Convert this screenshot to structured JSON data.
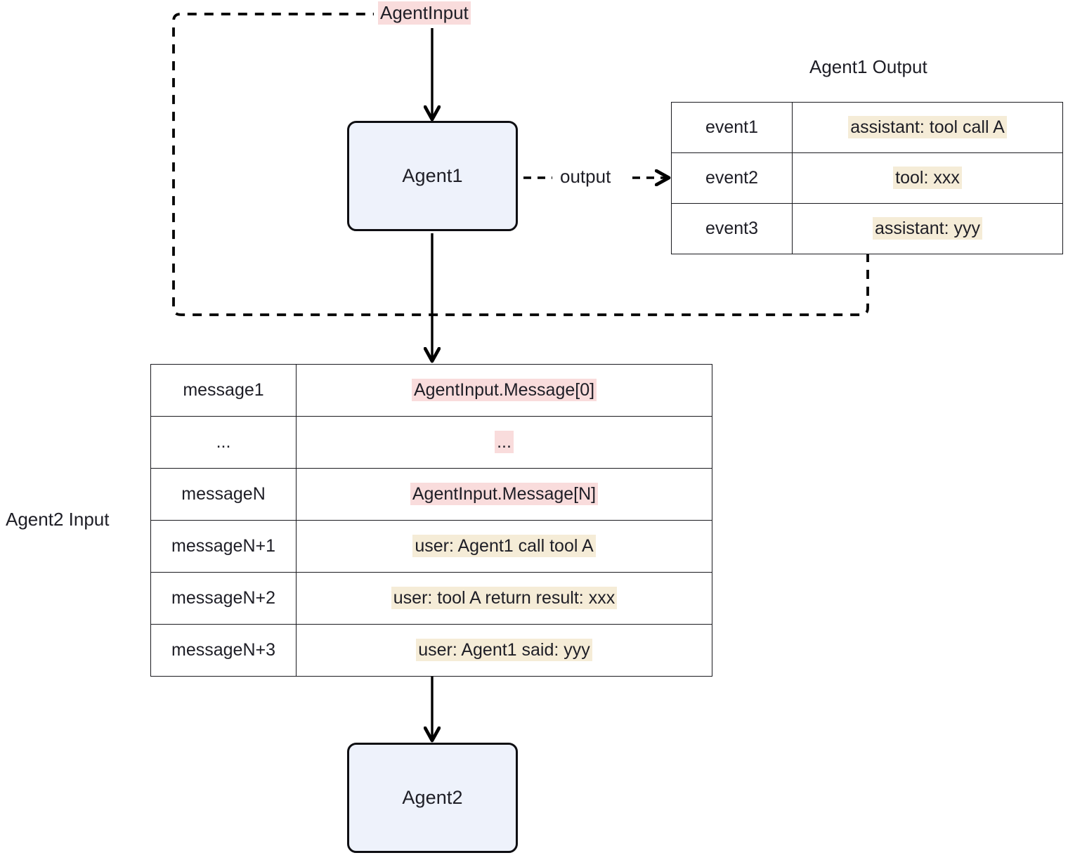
{
  "diagram": {
    "title_agent1_output": "Agent1 Output",
    "title_agent2_input": "Agent2 Input",
    "nodes": {
      "agent1": "Agent1",
      "agent2": "Agent2"
    },
    "labels": {
      "agent_input": "AgentInput",
      "output_edge": "output"
    },
    "colors": {
      "node_fill": "#eef2fb",
      "node_border": "#0e0e12",
      "highlight_beige": "#f5ecd7",
      "highlight_pink": "#f9dcdc",
      "edge": "#000000"
    },
    "agent1_output_rows": [
      {
        "key": "event1",
        "value": "assistant: tool call A"
      },
      {
        "key": "event2",
        "value": "tool: xxx"
      },
      {
        "key": "event3",
        "value": "assistant: yyy"
      }
    ],
    "agent2_input_rows": [
      {
        "key": "message1",
        "value": "AgentInput.Message[0]",
        "highlight": "pink"
      },
      {
        "key": "...",
        "value": "...",
        "highlight": "pink"
      },
      {
        "key": "messageN",
        "value": "AgentInput.Message[N]",
        "highlight": "pink"
      },
      {
        "key": "messageN+1",
        "value": "user: Agent1 call tool A",
        "highlight": "beige"
      },
      {
        "key": "messageN+2",
        "value": "user: tool A return result: xxx",
        "highlight": "beige"
      },
      {
        "key": "messageN+3",
        "value": "user: Agent1 said: yyy",
        "highlight": "beige"
      }
    ]
  }
}
